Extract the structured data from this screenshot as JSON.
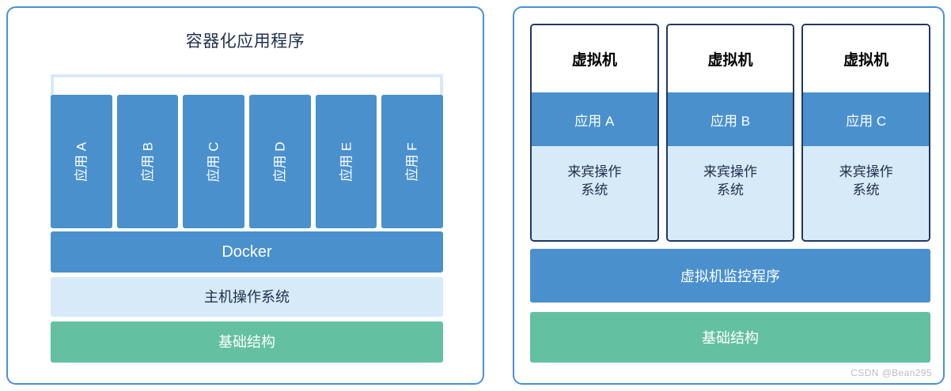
{
  "diagram": {
    "watermark": "CSDN @Bean295",
    "colors": {
      "panel_border": "#4a90d9",
      "app_blue": "#4a90cd",
      "light_blue": "#d6eaf8",
      "bracket_blue": "#d8e9f8",
      "infra_green": "#63c0a0",
      "vm_border": "#1f3864",
      "dark_text": "#21304e"
    }
  },
  "left_panel": {
    "title": "容器化应用程序",
    "apps": [
      {
        "label": "应用 A"
      },
      {
        "label": "应用 B"
      },
      {
        "label": "应用 C"
      },
      {
        "label": "应用 D"
      },
      {
        "label": "应用 E"
      },
      {
        "label": "应用 F"
      }
    ],
    "layers": {
      "runtime": "Docker",
      "host_os": "主机操作系统",
      "infrastructure": "基础结构"
    }
  },
  "right_panel": {
    "vms": [
      {
        "title": "虚拟机",
        "app": "应用 A",
        "guest_os": "来宾操作\n系统"
      },
      {
        "title": "虚拟机",
        "app": "应用 B",
        "guest_os": "来宾操作\n系统"
      },
      {
        "title": "虚拟机",
        "app": "应用 C",
        "guest_os": "来宾操作\n系统"
      }
    ],
    "layers": {
      "hypervisor": "虚拟机监控程序",
      "infrastructure": "基础结构"
    }
  }
}
